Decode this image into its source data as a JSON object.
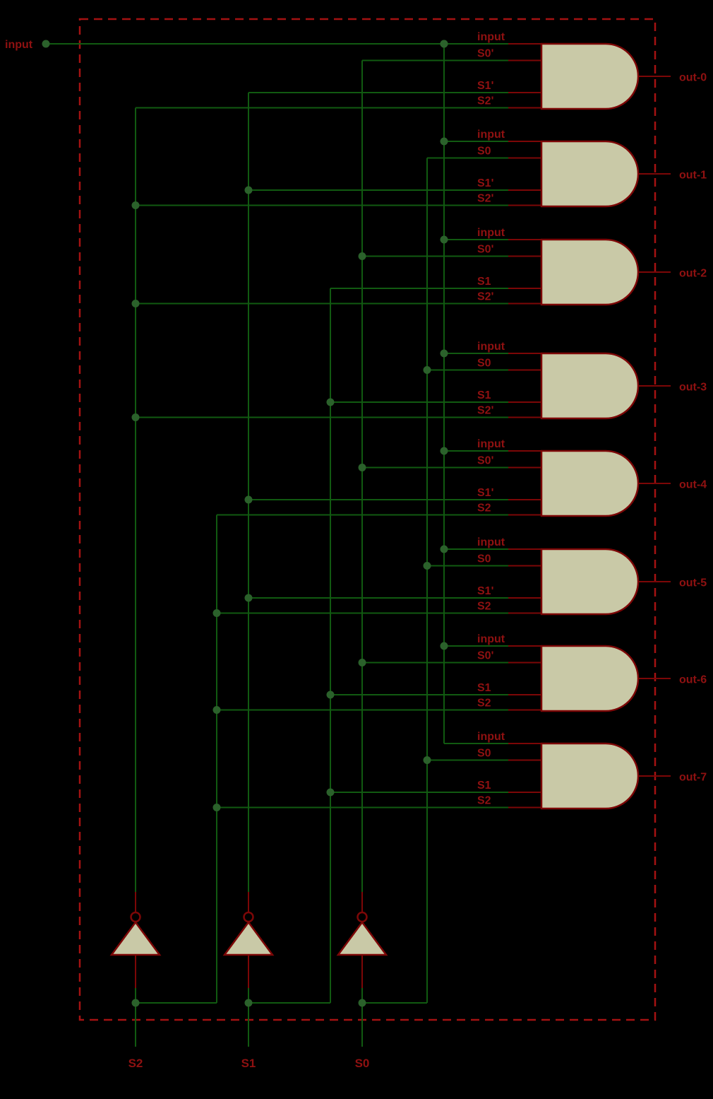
{
  "diagram": {
    "type": "logic-schematic",
    "description": "1-to-8 demultiplexer: eight 4-input AND gates driven by input and select lines S0..S2 with three NOT inverters",
    "input_port": "input",
    "and_gates": [
      {
        "output_label": "out-0",
        "pin_labels": [
          "input",
          "S0'",
          "S1'",
          "S2'"
        ]
      },
      {
        "output_label": "out-1",
        "pin_labels": [
          "input",
          "S0",
          "S1'",
          "S2'"
        ]
      },
      {
        "output_label": "out-2",
        "pin_labels": [
          "input",
          "S0'",
          "S1",
          "S2'"
        ]
      },
      {
        "output_label": "out-3",
        "pin_labels": [
          "input",
          "S0",
          "S1",
          "S2'"
        ]
      },
      {
        "output_label": "out-4",
        "pin_labels": [
          "input",
          "S0'",
          "S1'",
          "S2"
        ]
      },
      {
        "output_label": "out-5",
        "pin_labels": [
          "input",
          "S0",
          "S1'",
          "S2"
        ]
      },
      {
        "output_label": "out-6",
        "pin_labels": [
          "input",
          "S0'",
          "S1",
          "S2"
        ]
      },
      {
        "output_label": "out-7",
        "pin_labels": [
          "input",
          "S0",
          "S1",
          "S2"
        ]
      }
    ],
    "not_gates": [
      {
        "input_label": "S2",
        "output_signal": "S2'"
      },
      {
        "input_label": "S1",
        "output_signal": "S1'"
      },
      {
        "input_label": "S0",
        "output_signal": "S0'"
      }
    ],
    "colors": {
      "background": "#000000",
      "wire": "#115a11",
      "junction": "#2b612b",
      "pin_stub": "#7c0707",
      "component_outline": "#7c0707",
      "component_fill": "#c9c9a7",
      "label_text": "#8f1111",
      "selection_border": "#a41212"
    }
  }
}
